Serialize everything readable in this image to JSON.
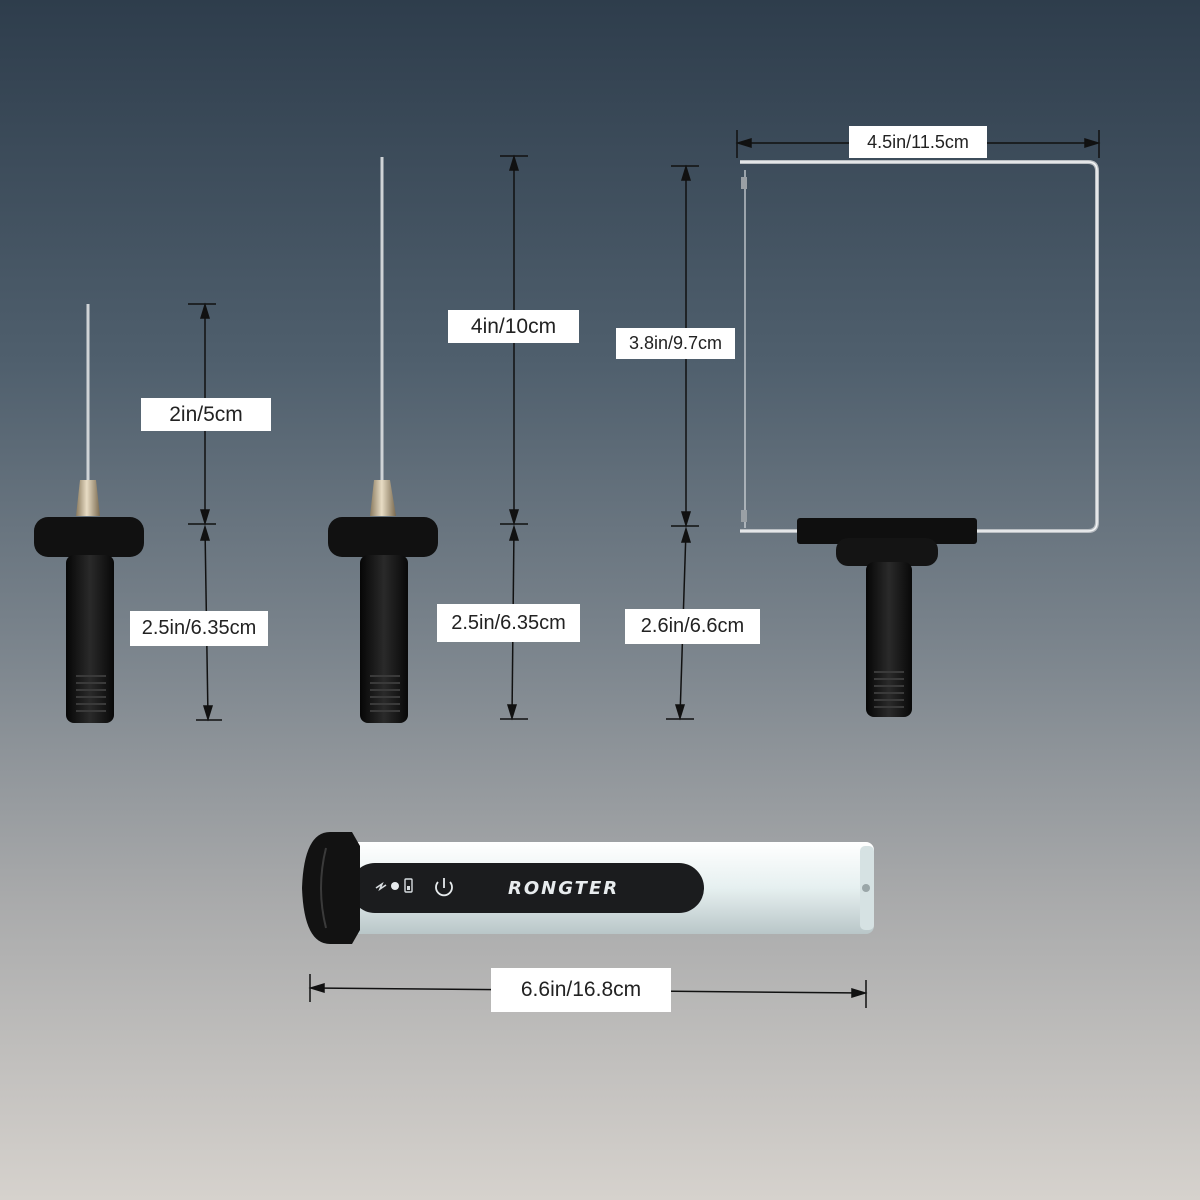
{
  "dimensions": {
    "tip_short_blade": "2in/5cm",
    "tip_short_handle": "2.5in/6.35cm",
    "tip_long_blade": "4in/10cm",
    "tip_long_handle": "2.5in/6.35cm",
    "wire_frame_height": "3.8in/9.7cm",
    "wire_frame_width": "4.5in/11.5cm",
    "wire_frame_handle": "2.6in/6.6cm",
    "pen_length": "6.6in/16.8cm"
  },
  "pen": {
    "brand": "RONGTER"
  },
  "colors": {
    "background_top": "#2e3d4c",
    "background_bottom": "#d6d2cd",
    "pen_body": "#e9f2f2",
    "pen_panel": "#1b1c1e",
    "attachment_black": "#141414"
  }
}
